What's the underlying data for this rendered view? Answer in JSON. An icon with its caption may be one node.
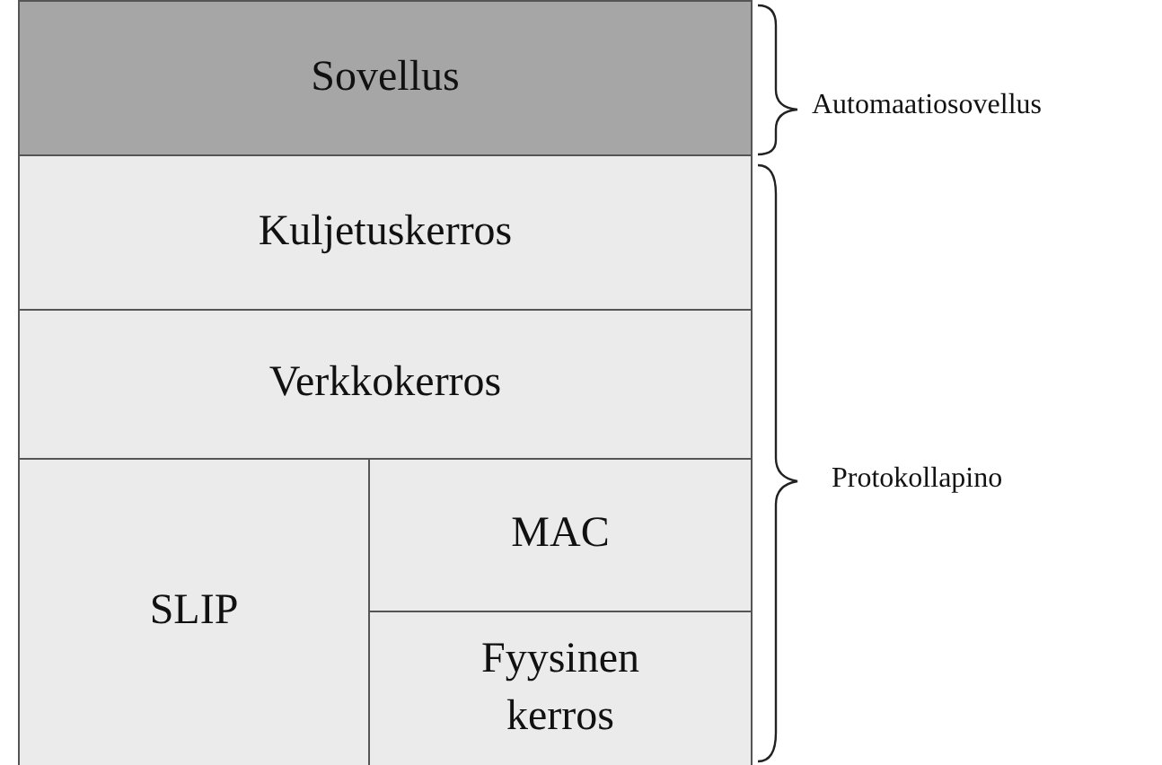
{
  "diagram": {
    "nodes": [
      {
        "text": [
          "Sovellus"
        ]
      },
      {
        "text": [
          "Kuljetuskerros"
        ]
      },
      {
        "text": [
          "Verkkokerros"
        ]
      },
      {
        "text": [
          "SLIP"
        ]
      },
      {
        "text": [
          "MAC"
        ]
      },
      {
        "text": [
          "Fyysinen kerros"
        ]
      }
    ],
    "labels": [
      "Automaatiosovellus",
      "Protokollapino"
    ]
  }
}
